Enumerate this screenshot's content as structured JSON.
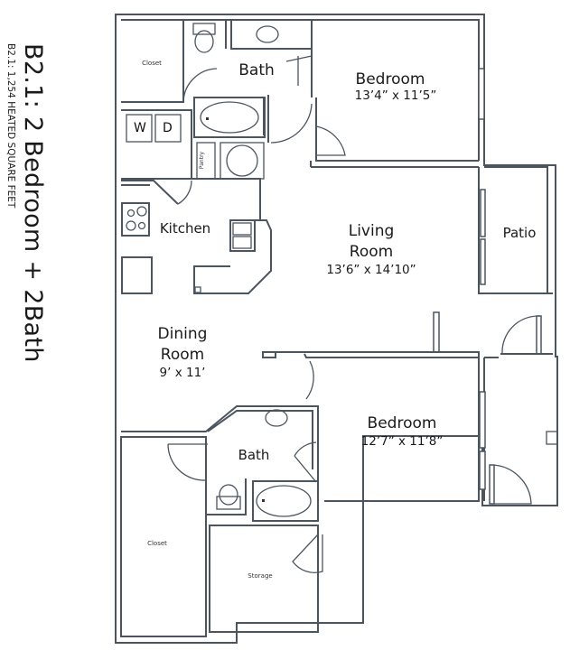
{
  "header": {
    "title": "B2.1: 2 Bedroom + 2Bath",
    "subtitle": "B2.1: 1,254 HEATED SQUARE FEET"
  },
  "rooms": {
    "bedroom1": {
      "name": "Bedroom",
      "dims": "13’4” x 11’5”"
    },
    "bath1": {
      "name": "Bath"
    },
    "closet1": {
      "name": "Closet"
    },
    "washer": {
      "name": "W"
    },
    "dryer": {
      "name": "D"
    },
    "pantry": {
      "name": "Pantry"
    },
    "kitchen": {
      "name": "Kitchen"
    },
    "living": {
      "name": "Living",
      "name2": "Room",
      "dims": "13’6” x 14’10”"
    },
    "patio": {
      "name": "Patio"
    },
    "dining": {
      "name": "Dining",
      "name2": "Room",
      "dims": "9’ x 11’"
    },
    "bedroom2": {
      "name": "Bedroom",
      "dims": "12’7” x 11’8”"
    },
    "bath2": {
      "name": "Bath"
    },
    "closet2": {
      "name": "Closet"
    },
    "storage": {
      "name": "Storage"
    }
  },
  "colors": {
    "wall": "#4a5560",
    "background": "#ffffff"
  }
}
